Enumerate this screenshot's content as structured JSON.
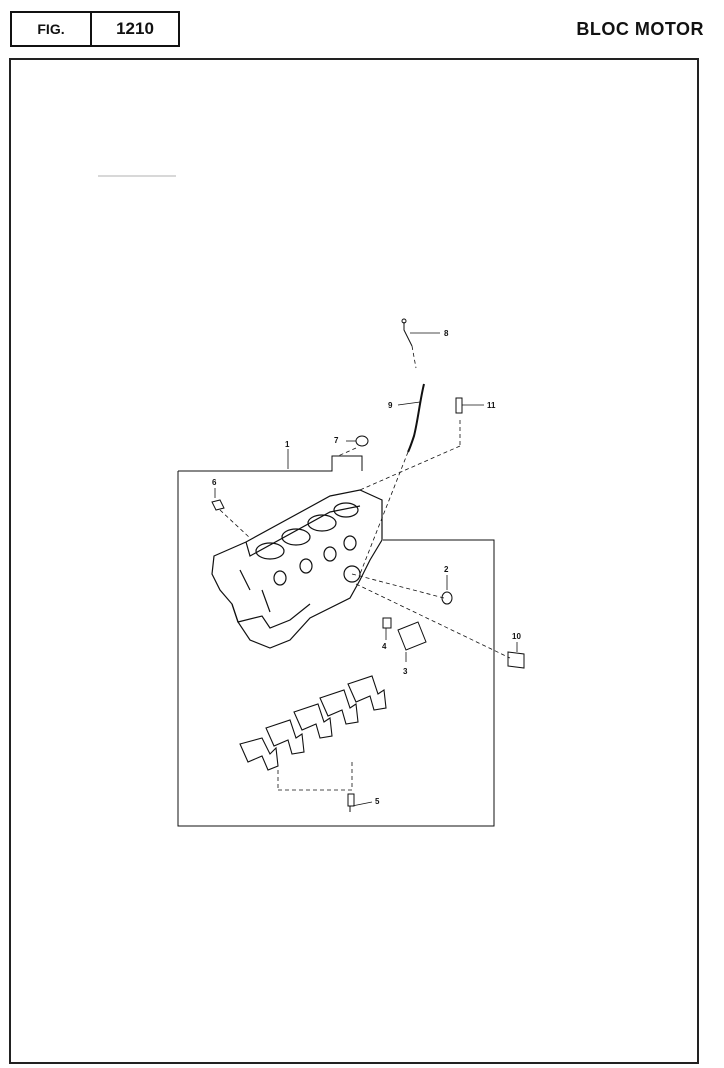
{
  "header": {
    "fig_label": "FIG.",
    "fig_number": "1210",
    "title": "BLOC MOTOR"
  },
  "callouts": {
    "c1": "1",
    "c2": "2",
    "c3": "3",
    "c4": "4",
    "c5": "5",
    "c6": "6",
    "c7": "7",
    "c8": "8",
    "c9": "9",
    "c10": "10",
    "c11": "11"
  }
}
